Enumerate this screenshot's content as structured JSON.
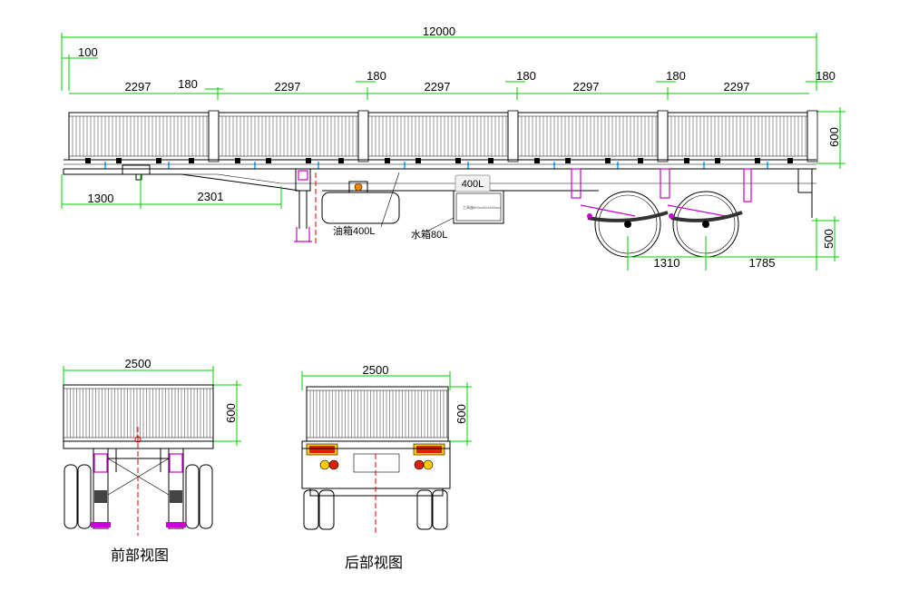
{
  "side_view": {
    "dims": {
      "overall_length": "12000",
      "front_offset": "100",
      "panel_len_1": "2297",
      "panel_len_2": "2297",
      "panel_len_3": "2297",
      "panel_len_4": "2297",
      "panel_len_5": "2297",
      "gap_1": "180",
      "gap_2": "180",
      "gap_3": "180",
      "gap_4": "180",
      "gap_5": "180",
      "side_height": "600",
      "kingpin_dist": "1300",
      "gooseneck_len": "2301",
      "axle_spacing_1": "1310",
      "axle_spacing_2": "1785",
      "rear_height": "500"
    },
    "labels": {
      "fuel_tank": "油箱400L",
      "water_tank": "水箱80L",
      "tag_400l": "400L",
      "toolbox_note": "工具箱600x400x400mm"
    }
  },
  "front_view": {
    "width_dim": "2500",
    "height_dim": "600",
    "caption": "前部视图"
  },
  "rear_view": {
    "width_dim": "2500",
    "height_dim": "600",
    "caption": "后部视图"
  },
  "colors": {
    "dimension_lines": "#00cc00",
    "suspension_parts": "#cc00cc",
    "centerline": "#dd0000",
    "marker_lights": "#00aaff",
    "tail_lamp": "#dd2200",
    "amber_lamp": "#ffcc00"
  }
}
